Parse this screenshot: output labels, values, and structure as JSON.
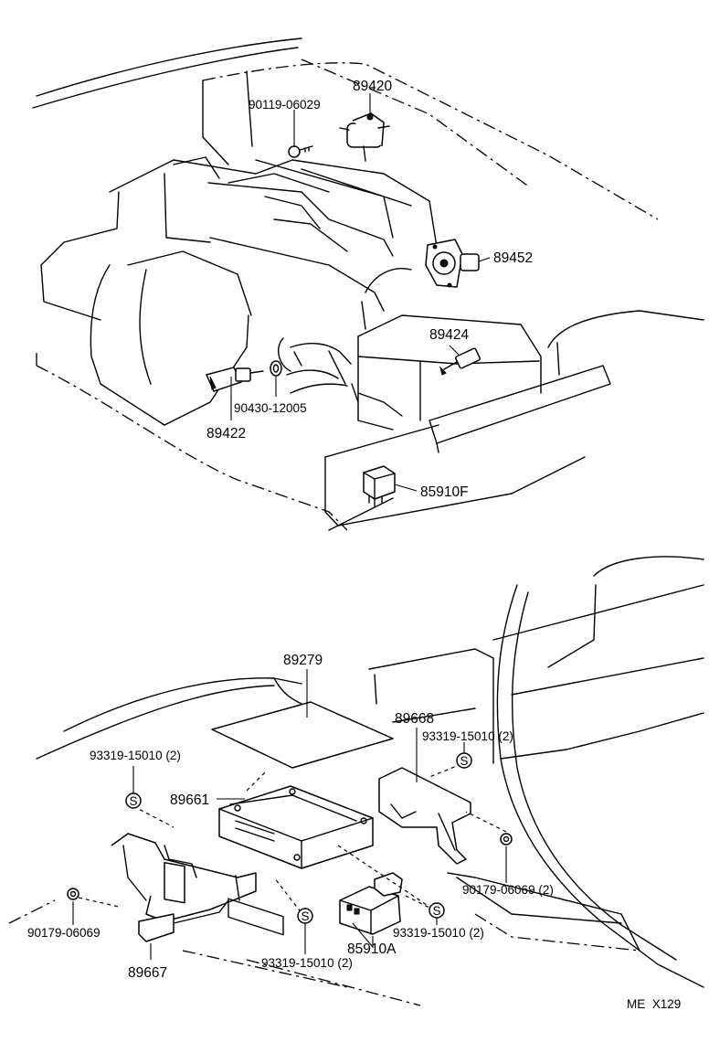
{
  "labels": {
    "p89420": "89420",
    "p90119": "90119-06029",
    "p89452": "89452",
    "p89424": "89424",
    "p90430": "90430-12005",
    "p89422": "89422",
    "p85910F": "85910F",
    "p89279": "89279",
    "p89668": "89668",
    "p93319_tr": "93319-15010 (2)",
    "p93319_tl": "93319-15010 (2)",
    "p89661": "89661",
    "p90179_r": "90179-06069 (2)",
    "p90179_l": "90179-06069",
    "p85910A": "85910A",
    "p93319_br": "93319-15010 (2)",
    "p93319_b": "93319-15010 (2)",
    "p89667": "89667"
  },
  "washer_symbol": "S",
  "reference_code": "ME  X129"
}
